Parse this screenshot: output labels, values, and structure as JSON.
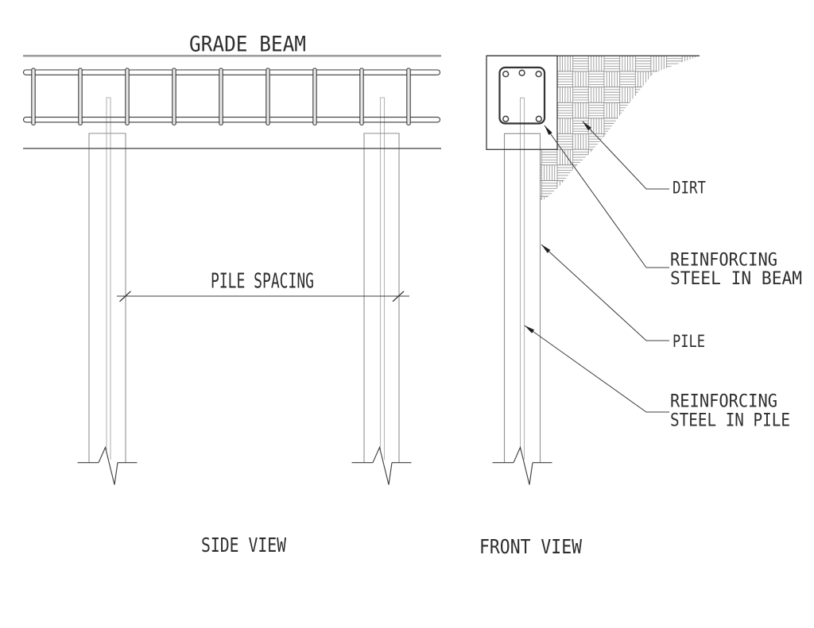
{
  "drawing": {
    "type": "pile-and-grade-beam foundation detail",
    "colors": {
      "background": "#ffffff",
      "line_dark": "#3f3f3f",
      "line_medium": "#8f8f8f",
      "line_light": "#b5b5b5",
      "grade_line": "#9f9f9f",
      "text": "#2e2e2e"
    },
    "side_view": {
      "title": "GRADE BEAM",
      "dimension_label": "PILE SPACING",
      "caption": "SIDE VIEW",
      "stirrup_count": 9,
      "pile_count": 2
    },
    "front_view": {
      "caption": "FRONT VIEW",
      "labels": {
        "dirt": "DIRT",
        "reinforcing_beam": [
          "REINFORCING",
          "STEEL IN BEAM"
        ],
        "pile": "PILE",
        "reinforcing_pile": [
          "REINFORCING",
          "STEEL IN PILE"
        ]
      }
    }
  }
}
